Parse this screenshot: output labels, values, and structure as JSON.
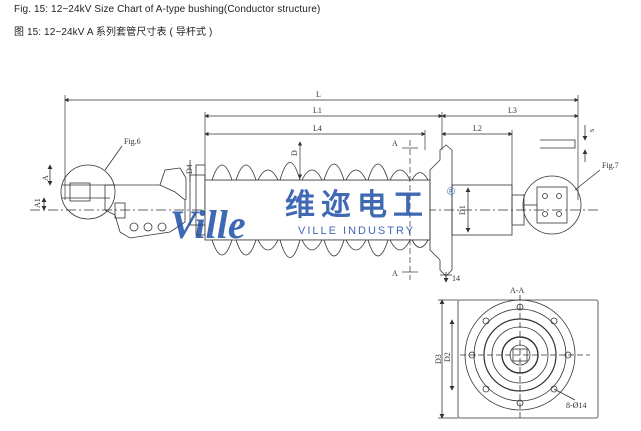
{
  "caption": {
    "en": "Fig. 15: 12~24kV Size Chart of A-type bushing(Conductor structure)",
    "cn": "图 15: 12~24kV A 系列套管尺寸表 ( 导杆式 )"
  },
  "dimensions": {
    "L": "L",
    "L1": "L1",
    "L2": "L2",
    "L3": "L3",
    "L4": "L4",
    "D": "D",
    "D1": "D1",
    "D2": "D2",
    "D3": "D3",
    "D4": "D4",
    "A": "A",
    "A1": "A1",
    "s": "s",
    "n14": "14",
    "holes": "8-Ø14"
  },
  "callouts": {
    "fig6": "Fig.6",
    "fig7": "Fig.7",
    "section": "A-A",
    "sectionA": "A"
  },
  "watermark": {
    "logo": "Ville",
    "cn": "维迩电工",
    "en": "VILLE INDUSTRY",
    "reg": "®"
  },
  "colors": {
    "line": "#333333",
    "watermark": "#1f4fa6"
  }
}
